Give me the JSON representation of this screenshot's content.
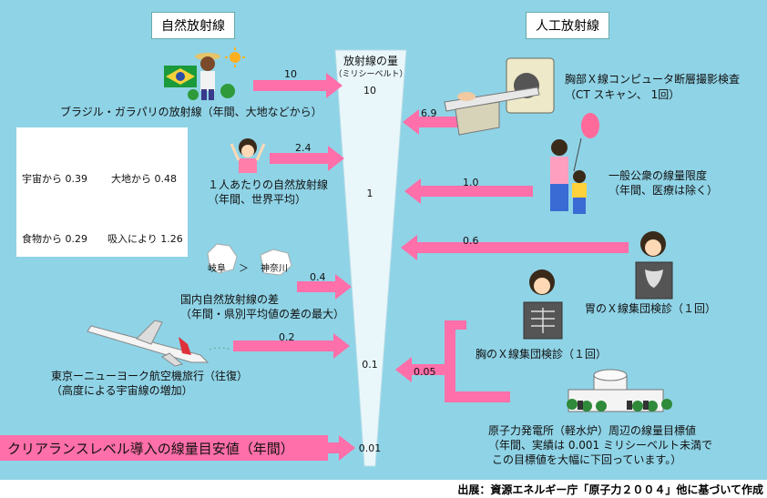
{
  "headers": {
    "natural": "自然放射線",
    "artificial": "人工放射線"
  },
  "scale": {
    "title": "放射線の量",
    "unit": "（ミリシーベルト）",
    "ticks": [
      "10",
      "1",
      "0.1",
      "0.01"
    ]
  },
  "natural": {
    "brazil": {
      "value": "10",
      "label": "ブラジル・ガラパリの放射線（年間、大地などから）"
    },
    "world_average": {
      "value": "2.4",
      "label_line1": "１人あたりの自然放射線",
      "label_line2": "（年間、世界平均）"
    },
    "breakdown": [
      {
        "label": "宇宙から 0.39"
      },
      {
        "label": "大地から 0.48"
      },
      {
        "label": "食物から 0.29"
      },
      {
        "label": "吸入により 1.26"
      }
    ],
    "prefecture": {
      "value": "0.4",
      "left_pref": "岐阜",
      "compare": "＞",
      "right_pref": "神奈川",
      "label_line1": "国内自然放射線の差",
      "label_line2": "（年間・県別平均値の差の最大）"
    },
    "flight": {
      "value": "0.2",
      "label_line1": "東京ーニューヨーク航空機旅行（往復）",
      "label_line2": "（高度による宇宙線の増加）"
    }
  },
  "artificial": {
    "ct": {
      "value": "6.9",
      "label_line1": "胸部Ｘ線コンピュータ断層撮影検査",
      "label_line2": "（CT スキャン、 1回）"
    },
    "public_limit": {
      "value": "1.0",
      "label_line1": "一般公衆の線量限度",
      "label_line2": "（年間、医療は除く）"
    },
    "stomach_xray": {
      "value": "0.6",
      "label": "胃のＸ線集団検診（１回）"
    },
    "chest_xray": {
      "value": "0.05",
      "label": "胸のＸ線集団検診（１回）"
    },
    "nuclear": {
      "label_line1": "原子力発電所（軽水炉）周辺の線量目標値",
      "label_line2": "（年間、実績は 0.001 ミリシーベルト未満で",
      "label_line3": "この目標値を大幅に下回っています。）"
    }
  },
  "clearance": {
    "label": "クリアランスレベル導入の線量目安値（年間）"
  },
  "source": "出展：資源エネルギー庁「原子力２００４」他に基づいて作成",
  "colors": {
    "background": "#8fd3e6",
    "arrow": "#ff6fa9",
    "cone": "#e9f7fb"
  }
}
